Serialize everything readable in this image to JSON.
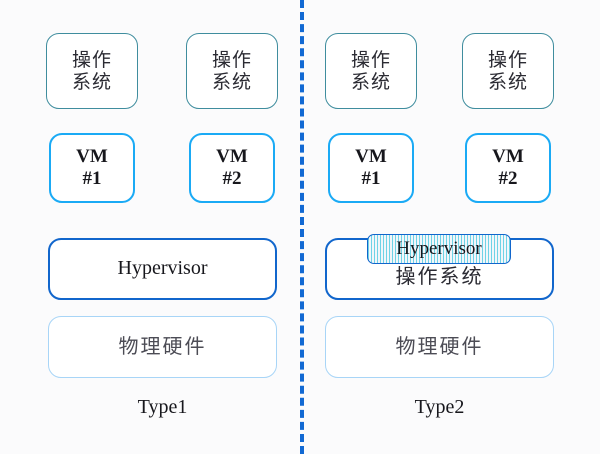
{
  "diagram": {
    "title": "Hypervisor Type1 vs Type2 architecture comparison",
    "background_color": "#fbfbfc",
    "divider": {
      "color": "#1269d3",
      "style": "dashed"
    },
    "colors": {
      "os_border": "#3f8d9e",
      "vm_border": "#1aaaf5",
      "hypervisor_border": "#1166cc",
      "hardware_border": "#a8d5f7",
      "hatch_fill": "#6fd3e6"
    },
    "panels": [
      {
        "caption": "Type1",
        "guest_os": [
          {
            "line1": "操作",
            "line2": "系统"
          },
          {
            "line1": "操作",
            "line2": "系统"
          }
        ],
        "vms": [
          {
            "line1": "VM",
            "line2": "#1"
          },
          {
            "line1": "VM",
            "line2": "#2"
          }
        ],
        "hypervisor": {
          "label": "Hypervisor",
          "hatched": false
        },
        "host_os": null,
        "hardware": {
          "label": "物理硬件"
        }
      },
      {
        "caption": "Type2",
        "guest_os": [
          {
            "line1": "操作",
            "line2": "系统"
          },
          {
            "line1": "操作",
            "line2": "系统"
          }
        ],
        "vms": [
          {
            "line1": "VM",
            "line2": "#1"
          },
          {
            "line1": "VM",
            "line2": "#2"
          }
        ],
        "hypervisor": {
          "label": "Hypervisor",
          "hatched": true
        },
        "host_os": {
          "label": "操作系统"
        },
        "hardware": {
          "label": "物理硬件"
        }
      }
    ]
  }
}
